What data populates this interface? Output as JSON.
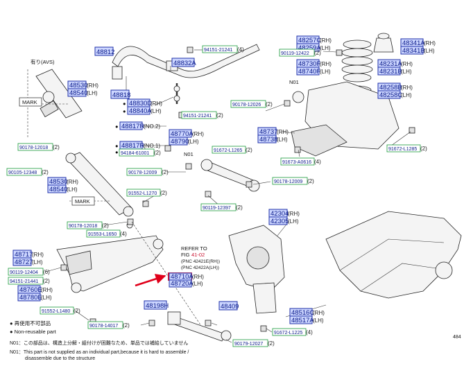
{
  "colors": {
    "part_box_fill": "#ccd6ff",
    "part_box_border": "#2233aa",
    "std_box_border": "#1a9a3a",
    "arrow": "#e0001a"
  },
  "main_parts": [
    {
      "id": "p48812",
      "num": "48812"
    },
    {
      "id": "p48832A",
      "num": "48832A"
    },
    {
      "id": "p48818",
      "num": "48818"
    },
    {
      "id": "p48830D",
      "num": "48830D",
      "suffix": "(RH)"
    },
    {
      "id": "p48840A",
      "num": "48840A",
      "suffix": "(LH)"
    },
    {
      "id": "p48817R2",
      "num": "48817R",
      "suffix": "(NO.2)"
    },
    {
      "id": "p48817R1",
      "num": "48817R",
      "suffix": "(NO.1)"
    },
    {
      "id": "p48530top",
      "num": "48530",
      "suffix": "(RH)"
    },
    {
      "id": "p48540top",
      "num": "48540",
      "suffix": "(LH)"
    },
    {
      "id": "p48530mid",
      "num": "48530",
      "suffix": "(RH)"
    },
    {
      "id": "p48540mid",
      "num": "48540",
      "suffix": "(LH)"
    },
    {
      "id": "p48770A",
      "num": "48770A",
      "suffix": "(RH)"
    },
    {
      "id": "p48790",
      "num": "48790",
      "suffix": "(LH)"
    },
    {
      "id": "p48257C",
      "num": "48257C",
      "suffix": "(RH)"
    },
    {
      "id": "p48259A",
      "num": "48259A",
      "suffix": "(LH)"
    },
    {
      "id": "p48341A",
      "num": "48341A",
      "suffix": "(RH)"
    },
    {
      "id": "p48341B",
      "num": "48341B",
      "suffix": "(LH)"
    },
    {
      "id": "p48730F",
      "num": "48730F",
      "suffix": "(RH)"
    },
    {
      "id": "p48740F",
      "num": "48740F",
      "suffix": "(LH)"
    },
    {
      "id": "p48231A",
      "num": "48231A",
      "suffix": "(RH)"
    },
    {
      "id": "p48231B",
      "num": "48231B",
      "suffix": "(LH)"
    },
    {
      "id": "p48258B",
      "num": "48258B",
      "suffix": "(RH)"
    },
    {
      "id": "p48258C",
      "num": "48258C",
      "suffix": "(LH)"
    },
    {
      "id": "p48737",
      "num": "48737",
      "suffix": "(RH)"
    },
    {
      "id": "p48738",
      "num": "48738",
      "suffix": "(LH)"
    },
    {
      "id": "p42304",
      "num": "42304",
      "suffix": "(RH)"
    },
    {
      "id": "p42305",
      "num": "42305",
      "suffix": "(LH)"
    },
    {
      "id": "p48717",
      "num": "48717",
      "suffix": "(RH)"
    },
    {
      "id": "p48727",
      "num": "48727",
      "suffix": "(LH)"
    },
    {
      "id": "p48760E",
      "num": "48760E",
      "suffix": "(RH)"
    },
    {
      "id": "p48780E",
      "num": "48780E",
      "suffix": "(LH)"
    },
    {
      "id": "p48710A",
      "num": "48710A",
      "suffix": "(RH)"
    },
    {
      "id": "p48720A",
      "num": "48720A",
      "suffix": "(LH)"
    },
    {
      "id": "p48198H",
      "num": "48198H"
    },
    {
      "id": "p48409",
      "num": "48409"
    },
    {
      "id": "p48516C",
      "num": "48516C",
      "suffix": "(RH)"
    },
    {
      "id": "p48517A",
      "num": "48517A",
      "suffix": "(LH)"
    }
  ],
  "std_parts": [
    {
      "id": "s94151_21241_4",
      "num": "94151-21241",
      "suffix": "(4)"
    },
    {
      "id": "s90119_12422",
      "num": "90119-12422",
      "suffix": "(2)"
    },
    {
      "id": "s94151_21241_2",
      "num": "94151-21241",
      "suffix": "(2)"
    },
    {
      "id": "s90178_12026",
      "num": "90178-12026",
      "suffix": "(2)"
    },
    {
      "id": "s90178_12018a",
      "num": "90178-12018",
      "suffix": "(2)"
    },
    {
      "id": "s94184_61001",
      "num": "94184-61001",
      "suffix": "(2)"
    },
    {
      "id": "s90105_12348",
      "num": "90105-12348",
      "suffix": "(2)"
    },
    {
      "id": "s91672_L1265a",
      "num": "91672-L1265",
      "suffix": "(2)"
    },
    {
      "id": "s91672_L1285",
      "num": "91672-L1285",
      "suffix": "(2)"
    },
    {
      "id": "s91673_A0616",
      "num": "91673-A0616",
      "suffix": "(4)"
    },
    {
      "id": "s90178_12009a",
      "num": "90178-12009",
      "suffix": "(2)"
    },
    {
      "id": "s90178_12009b",
      "num": "90178-12009",
      "suffix": "(2)"
    },
    {
      "id": "s91552_L1270",
      "num": "91552-L1270",
      "suffix": "(2)"
    },
    {
      "id": "s90119_12397",
      "num": "90119-12397",
      "suffix": "(2)"
    },
    {
      "id": "s90178_12018b",
      "num": "90178-12018",
      "suffix": "(2)"
    },
    {
      "id": "s91553_L1650",
      "num": "91553-L1650",
      "suffix": "(4)"
    },
    {
      "id": "s90119_12404",
      "num": "90119-12404",
      "suffix": "(6)"
    },
    {
      "id": "s94151_21441",
      "num": "94151-21441",
      "suffix": "(2)"
    },
    {
      "id": "s91552_L1480",
      "num": "91552-L1480",
      "suffix": "(2)"
    },
    {
      "id": "s90178_14017",
      "num": "90178-14017",
      "suffix": "(2)"
    },
    {
      "id": "s91672_L1225",
      "num": "91672-L1225",
      "suffix": "(4)"
    },
    {
      "id": "s90179_12027",
      "num": "90179-12027",
      "suffix": "(2)"
    }
  ],
  "labels": {
    "avs": "有り(AVS)",
    "mark_top": "MARK",
    "mark_mid": "MARK",
    "n01_a": "N01",
    "n01_b": "N01",
    "refer_to": "REFER TO",
    "fig_prefix": "FIG",
    "fig_num": "41-02",
    "pnc_rh": "(PNC  42421E(RH))",
    "pnc_lh": "(PNC  42422A(LH))",
    "corner": "484"
  },
  "legend": {
    "line1": "● 再使用不可部品",
    "line2": "● Non-reusable part",
    "n01_jp": "N01：この部品は、構造上分解・組付けが困難なため、単品では補給していません",
    "n01_en1": "N01：This part is not supplied as an individual part,because it is hard to assemble /",
    "n01_en2": "disassemble due to the structure"
  }
}
